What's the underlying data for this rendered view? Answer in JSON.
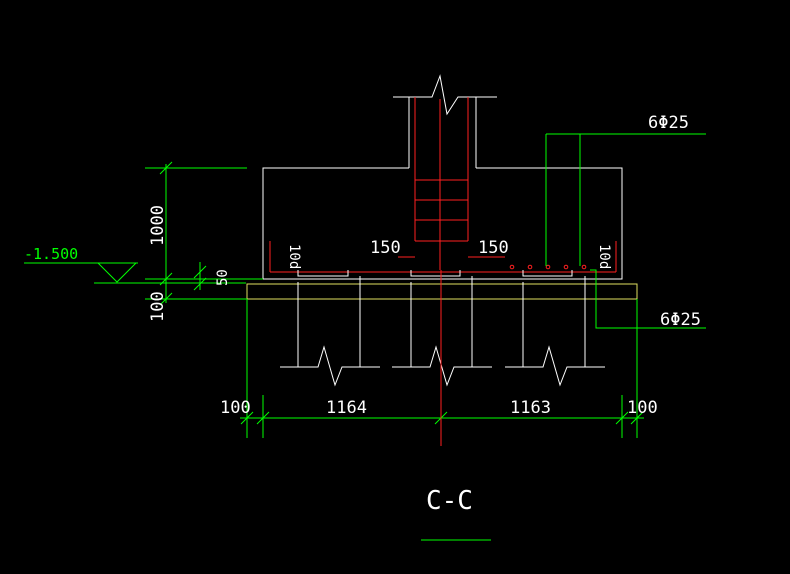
{
  "drawing": {
    "section_title": "C-C",
    "elevation": "-1.500",
    "rebar_top": "6Φ25",
    "rebar_bottom": "6Φ25",
    "dim_height": "1000",
    "dim_cover": "50",
    "dim_pad": "100",
    "dim_left_edge": "100",
    "dim_left_span": "1164",
    "dim_right_span": "1163",
    "dim_right_edge": "100",
    "anchor_left": "150",
    "anchor_right": "150",
    "hook_left": "10d",
    "hook_right": "10d"
  },
  "colors": {
    "background": "#000000",
    "concrete": "#ffffff",
    "rebar": "#ff2020",
    "dimension": "#00ff00",
    "pad": "#e0e060"
  }
}
